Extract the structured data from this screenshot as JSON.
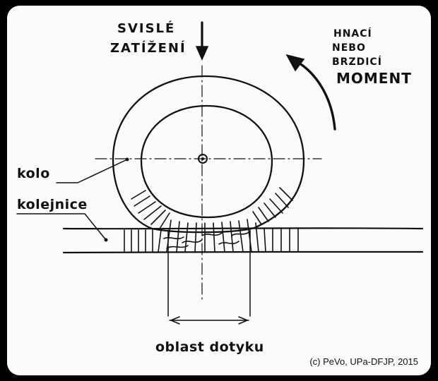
{
  "labels": {
    "vertical_load_line1": "SVISLÉ",
    "vertical_load_line2": "ZATÍŽENÍ",
    "moment_line1": "HNACÍ",
    "moment_line2": "NEBO",
    "moment_line3": "BRZDICÍ",
    "moment_line4": "MOMENT",
    "wheel": "kolo",
    "rail": "kolejnice",
    "contact_area": "oblast dotyku"
  },
  "copyright": "(c) PeVo, UPa-DFJP, 2015",
  "icons": {
    "load_arrow": "arrow-down-icon",
    "moment_arrow": "curved-arrow-icon"
  }
}
